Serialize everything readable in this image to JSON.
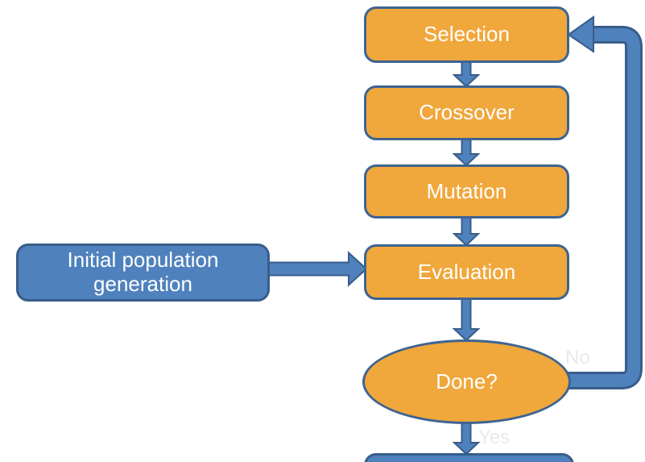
{
  "colors": {
    "canvas-bg": "#ffffff",
    "node-orange": "#F0A73B",
    "node-orange-border": "#3E6491",
    "node-blue": "#4F81BD",
    "node-blue-border": "#385D8A",
    "arrow-fill": "#4F81BD",
    "arrow-border": "#385D8A",
    "node-text": "#FFFFFF",
    "edge-label": "#E8EAE8"
  },
  "diagram": {
    "type": "flowchart",
    "nodes": {
      "selection": {
        "label": "Selection",
        "shape": "rounded-rect",
        "fill": "orange"
      },
      "crossover": {
        "label": "Crossover",
        "shape": "rounded-rect",
        "fill": "orange"
      },
      "mutation": {
        "label": "Mutation",
        "shape": "rounded-rect",
        "fill": "orange"
      },
      "evaluation": {
        "label": "Evaluation",
        "shape": "rounded-rect",
        "fill": "orange"
      },
      "done": {
        "label": "Done?",
        "shape": "ellipse",
        "fill": "orange"
      },
      "initial_population": {
        "label": "Initial population generation",
        "shape": "rounded-rect",
        "fill": "blue"
      },
      "result": {
        "label": "",
        "shape": "rounded-rect",
        "fill": "blue"
      }
    },
    "edges": [
      {
        "from": "selection",
        "to": "crossover",
        "label": ""
      },
      {
        "from": "crossover",
        "to": "mutation",
        "label": ""
      },
      {
        "from": "mutation",
        "to": "evaluation",
        "label": ""
      },
      {
        "from": "initial_population",
        "to": "evaluation",
        "label": ""
      },
      {
        "from": "evaluation",
        "to": "done",
        "label": ""
      },
      {
        "from": "done",
        "to": "selection",
        "label": "No"
      },
      {
        "from": "done",
        "to": "result",
        "label": "Yes"
      }
    ]
  }
}
